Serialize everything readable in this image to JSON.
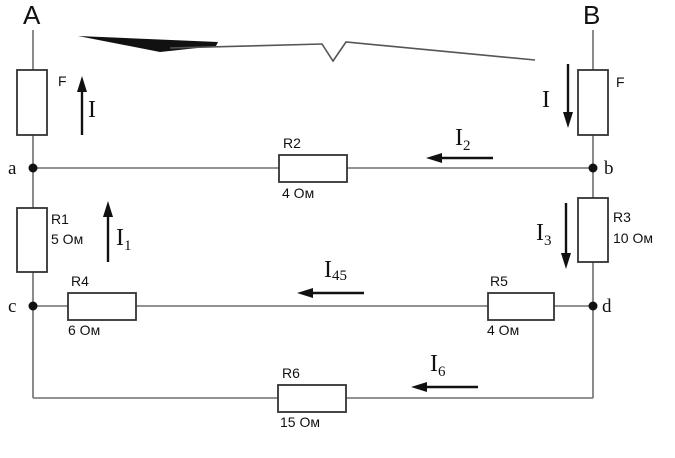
{
  "terminals": {
    "a_top": "A",
    "b_top": "B"
  },
  "nodes": {
    "a": "a",
    "b": "b",
    "c": "c",
    "d": "d"
  },
  "components": {
    "fuse_left": {
      "name": "F"
    },
    "fuse_right": {
      "name": "F"
    },
    "r1": {
      "name": "R1",
      "value": "5 Ом"
    },
    "r2": {
      "name": "R2",
      "value": "4 Ом"
    },
    "r3": {
      "name": "R3",
      "value": "10 Ом"
    },
    "r4": {
      "name": "R4",
      "value": "6 Ом"
    },
    "r5": {
      "name": "R5",
      "value": "4 Ом"
    },
    "r6": {
      "name": "R6",
      "value": "15 Ом"
    }
  },
  "currents": {
    "i_left": {
      "main": "I",
      "sub": ""
    },
    "i_right": {
      "main": "I",
      "sub": ""
    },
    "i1": {
      "main": "I",
      "sub": "1"
    },
    "i2": {
      "main": "I",
      "sub": "2"
    },
    "i3": {
      "main": "I",
      "sub": "3"
    },
    "i45": {
      "main": "I",
      "sub": "45"
    },
    "i6": {
      "main": "I",
      "sub": "6"
    }
  }
}
